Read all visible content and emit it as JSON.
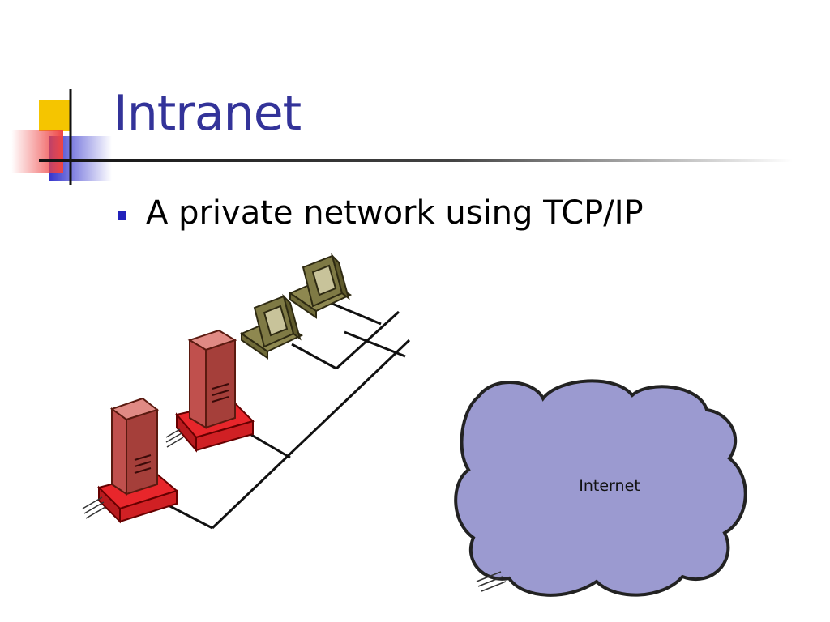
{
  "slide": {
    "title": "Intranet",
    "bullets": [
      "A private network using TCP/IP"
    ]
  },
  "illustration": {
    "cloud_label": "Internet",
    "icons": [
      "server-tower-icon",
      "workstation-icon",
      "cloud-icon"
    ]
  },
  "colors": {
    "title": "#333399",
    "bullet": "#2222bb",
    "server_body": "#c0504d",
    "server_base": "#e8262b",
    "workstation": "#7f7a45",
    "cloud": "#9b9ad0",
    "deco_yellow": "#f5c500",
    "deco_blue": "#3333cc",
    "deco_red": "#ee5555"
  }
}
